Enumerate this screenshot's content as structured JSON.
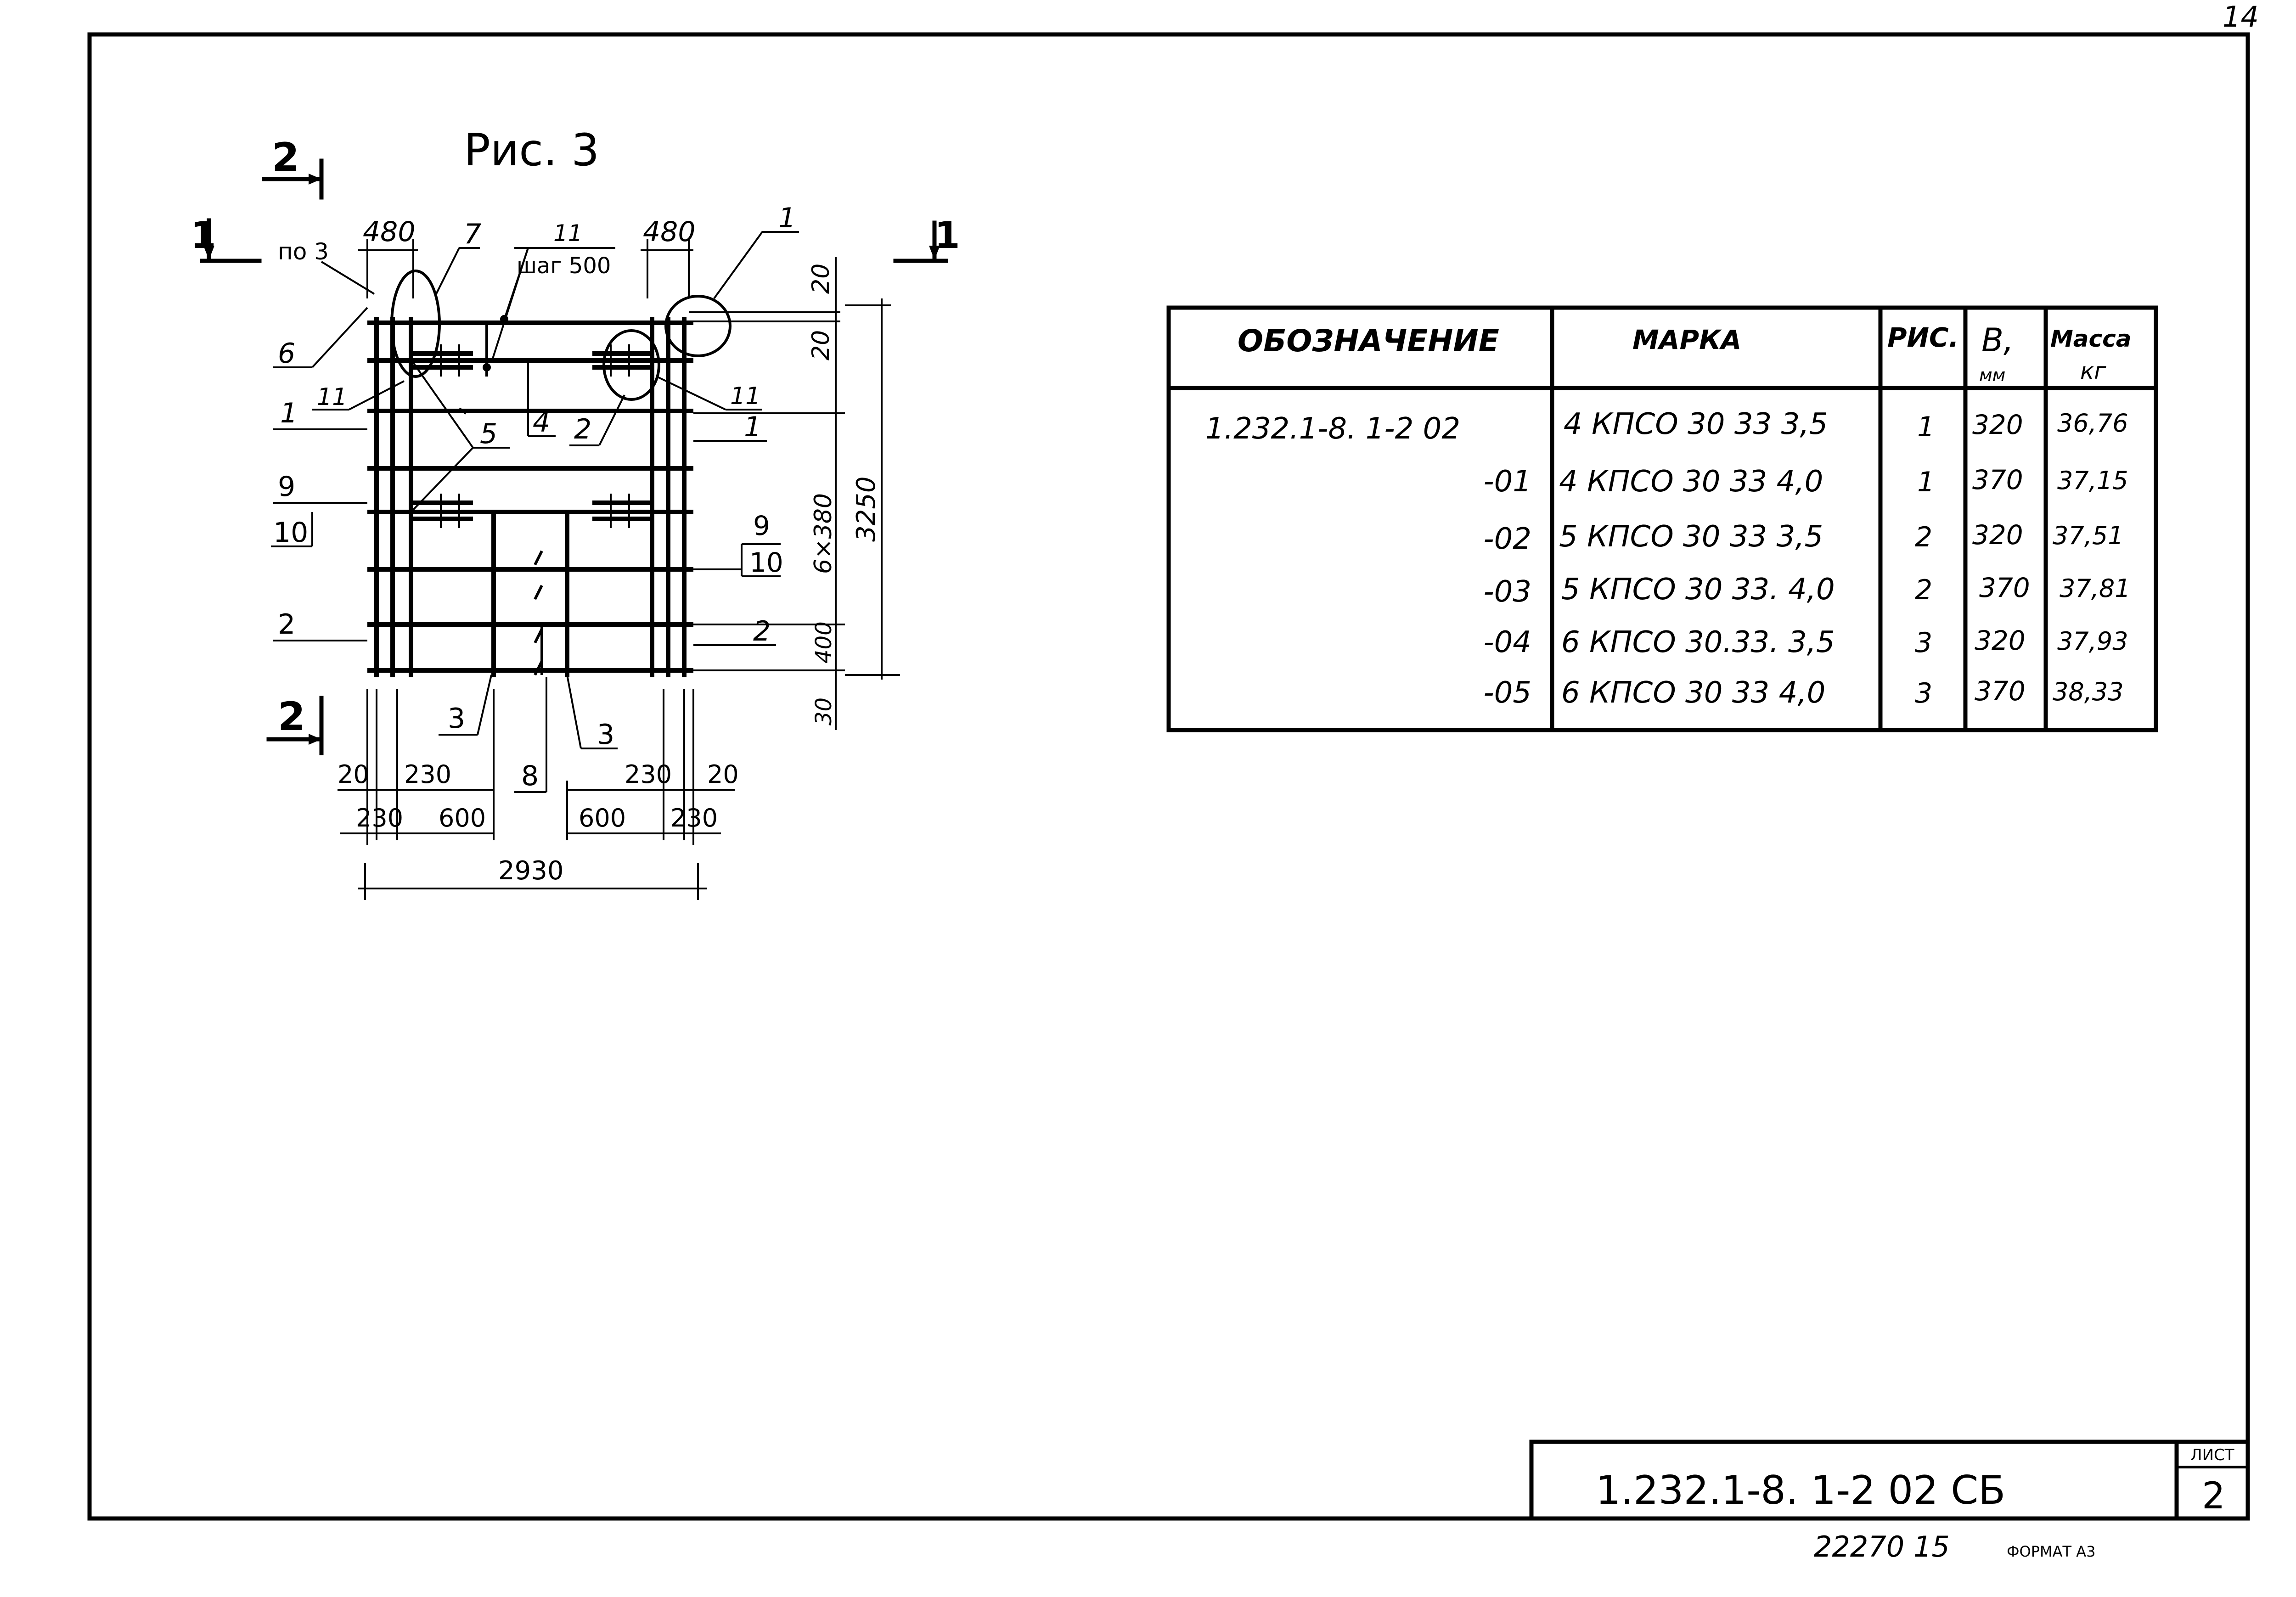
{
  "sheet": {
    "corner_page": "14",
    "figure_title": "Рис. 3",
    "bottom_numbers": "22270  15",
    "format": "ФОРМАТ А3"
  },
  "drawing": {
    "section_marks": {
      "s2_top": "2",
      "s2_bottom": "2",
      "s1_left": "1",
      "s1_right": "1"
    },
    "top_dims": {
      "left": "480",
      "right": "480"
    },
    "top_labels": {
      "po3": "по 3",
      "l7": "7",
      "l11": "11",
      "step": "шаг 500",
      "l1": "1"
    },
    "left_labels": {
      "l6": "6",
      "l11": "11",
      "l1": "1",
      "l5": "5",
      "l9": "9",
      "l10": "10",
      "l2": "2"
    },
    "right_labels": {
      "l2": "2",
      "l4": "4",
      "l11": "11",
      "l1": "1",
      "l9": "9",
      "l10": "10",
      "l2b": "2"
    },
    "right_dims": {
      "d20a": "20",
      "d20b": "20",
      "d6x380": "6×380",
      "d3250": "3250",
      "d400": "400",
      "d30": "30"
    },
    "bottom_labels": {
      "l3a": "3",
      "l3b": "3",
      "l8": "8"
    },
    "bottom_dims": {
      "d20l": "20",
      "d230a": "230",
      "d230b": "230",
      "d600l": "600",
      "d600r": "600",
      "d230c": "230",
      "d230d": "230",
      "d20r": "20",
      "d2930": "2930"
    }
  },
  "table": {
    "headers": {
      "designation": "ОБОЗНАЧЕНИЕ",
      "mark": "МАРКА",
      "fig": "РИС.",
      "b": "В,",
      "b_unit": "мм",
      "mass": "Масса",
      "mass_unit": "кг"
    },
    "rows": [
      {
        "designation": "1.232.1-8.  1-2 02",
        "mark": "4 КПСО 30 33 3,5",
        "fig": "1",
        "b": "320",
        "mass": "36,76"
      },
      {
        "designation": "-01",
        "mark": "4 КПСО 30 33 4,0",
        "fig": "1",
        "b": "370",
        "mass": "37,15"
      },
      {
        "designation": "-02",
        "mark": "5 КПСО 30 33 3,5",
        "fig": "2",
        "b": "320",
        "mass": "37,51"
      },
      {
        "designation": "-03",
        "mark": "5 КПСО 30 33. 4,0",
        "fig": "2",
        "b": "370",
        "mass": "37,81"
      },
      {
        "designation": "-04",
        "mark": "6 КПСО 30.33. 3,5",
        "fig": "3",
        "b": "320",
        "mass": "37,93"
      },
      {
        "designation": "-05",
        "mark": "6 КПСО 30 33 4,0",
        "fig": "3",
        "b": "370",
        "mass": "38,33"
      }
    ]
  },
  "title_block": {
    "code": "1.232.1-8.  1-2 02 СБ",
    "sheet_label": "ЛИСТ",
    "sheet_num": "2"
  }
}
